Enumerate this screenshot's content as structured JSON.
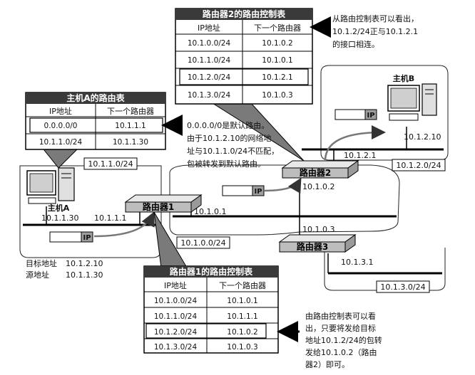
{
  "router2_table": {
    "title": "路由器2的路由控制表",
    "headers": [
      "IP地址",
      "下一个路由器"
    ],
    "rows": [
      [
        "10.1.0.0/24",
        "10.1.0.2"
      ],
      [
        "10.1.1.0/24",
        "10.1.0.1"
      ],
      [
        "10.1.2.0/24",
        "10.1.2.1"
      ],
      [
        "10.1.3.0/24",
        "10.1.0.3"
      ]
    ]
  },
  "hostA_table": {
    "title": "主机A的路由表",
    "headers": [
      "IP地址",
      "下一个路由器"
    ],
    "rows": [
      [
        "0.0.0.0/0",
        "10.1.1.1"
      ],
      [
        "10.1.1.0/24",
        "10.1.1.30"
      ]
    ]
  },
  "router1_table": {
    "title": "路由器1的路由控制表",
    "headers": [
      "IP地址",
      "下一个路由器"
    ],
    "rows": [
      [
        "10.1.0.0/24",
        "10.1.0.1"
      ],
      [
        "10.1.1.0/24",
        "10.1.1.1"
      ],
      [
        "10.1.2.0/24",
        "10.1.0.2"
      ],
      [
        "10.1.3.0/24",
        "10.1.0.3"
      ]
    ]
  },
  "notes": {
    "top_right": [
      "从路由控制表可以看出，",
      "10.1.2/24正与10.1.2.1",
      "的接口相连。"
    ],
    "middle": [
      "0.0.0.0/0是默认路由。",
      "由于10.1.2.10的网络地",
      "址与10.1.1.0/24不匹配，",
      "包被转发到默认路由。"
    ],
    "bottom_right": [
      "由路由控制表可以看",
      "出，只要将发给目标",
      "地址10.1.2/24的包转",
      "发给10.1.0.2（路由",
      "器2）即可。"
    ]
  },
  "routers": {
    "r1": "路由器1",
    "r2": "路由器2",
    "r3": "路由器3"
  },
  "hosts": {
    "a": "主机A",
    "b": "主机B"
  },
  "networks": {
    "net_a": "10.1.1.0/24",
    "net_0": "10.1.0.0/24",
    "net_b": "10.1.2.0/24",
    "net_3": "10.1.3.0/24"
  },
  "addresses": {
    "hostA_ip": "10.1.1.30",
    "r1_if_a": "10.1.1.1",
    "r1_if_0": "10.1.0.1",
    "r2_if_0": "10.1.0.2",
    "r2_if_b": "10.1.2.1",
    "r3_if_0": "10.1.0.3",
    "r3_if_3": "10.1.3.1",
    "hostB_ip": "10.1.2.10"
  },
  "packet_label": "IP",
  "dest_info": {
    "dst_label": "目标地址",
    "dst_value": "10.1.2.10",
    "src_label": "源地址",
    "src_value": "10.1.1.30"
  }
}
